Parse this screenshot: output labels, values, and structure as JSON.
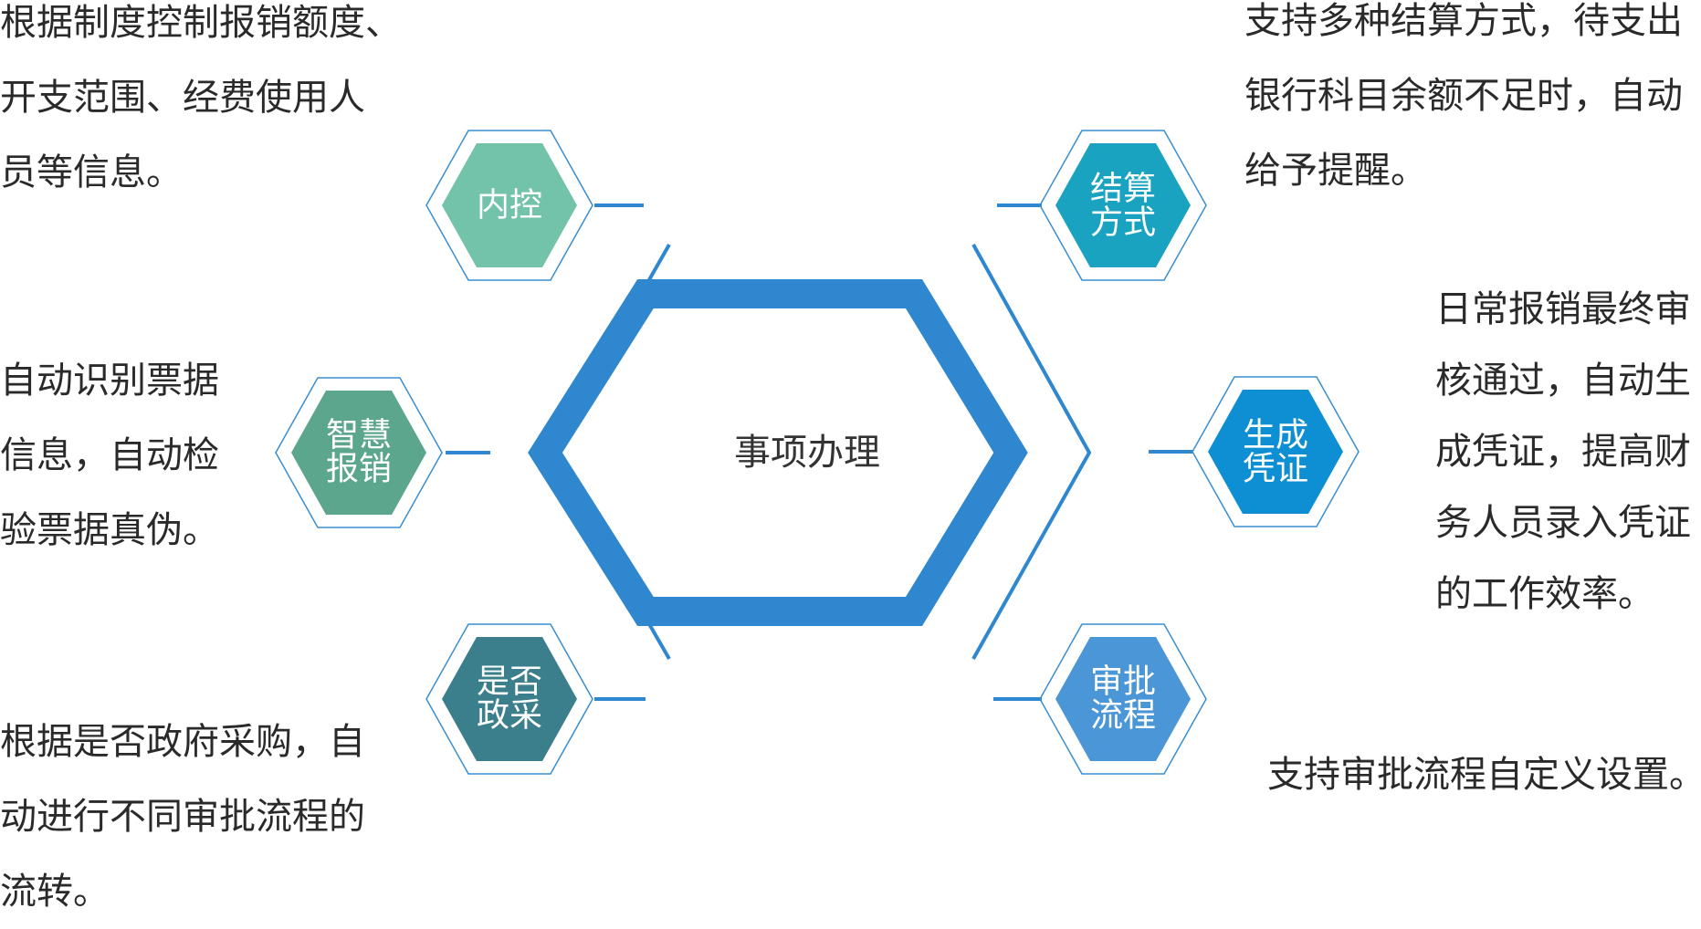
{
  "center": {
    "label": "事项办理"
  },
  "nodes": [
    {
      "id": "neikong",
      "lines": [
        "内控"
      ],
      "color": "#72c3a9",
      "description": [
        "根据制度控制报销额度、",
        "开支范围、经费使用人",
        "员等信息。"
      ]
    },
    {
      "id": "zhihui",
      "lines": [
        "智慧",
        "报销"
      ],
      "color": "#5ba68d",
      "description": [
        "自动识别票据",
        "信息，自动检",
        "验票据真伪。"
      ]
    },
    {
      "id": "zhengcai",
      "lines": [
        "是否",
        "政采"
      ],
      "color": "#3b7f8c",
      "description": [
        "根据是否政府采购，自",
        "动进行不同审批流程的",
        "流转。"
      ]
    },
    {
      "id": "jiesuan",
      "lines": [
        "结算",
        "方式"
      ],
      "color": "#19a3c0",
      "description": [
        "支持多种结算方式，待支出",
        "银行科目余额不足时，自动",
        "给予提醒。"
      ]
    },
    {
      "id": "pingzheng",
      "lines": [
        "生成",
        "凭证"
      ],
      "color": "#0f8fd3",
      "description": [
        "日常报销最终审",
        "核通过，自动生",
        "成凭证，提高财",
        "务人员录入凭证",
        "的工作效率。"
      ]
    },
    {
      "id": "shenpi",
      "lines": [
        "审批",
        "流程"
      ],
      "color": "#4b96d6",
      "description": [
        "支持审批流程自定义设置。"
      ]
    }
  ],
  "colors": {
    "main_blue": "#2f87cf",
    "outline_blue": "#3a8ed0"
  }
}
